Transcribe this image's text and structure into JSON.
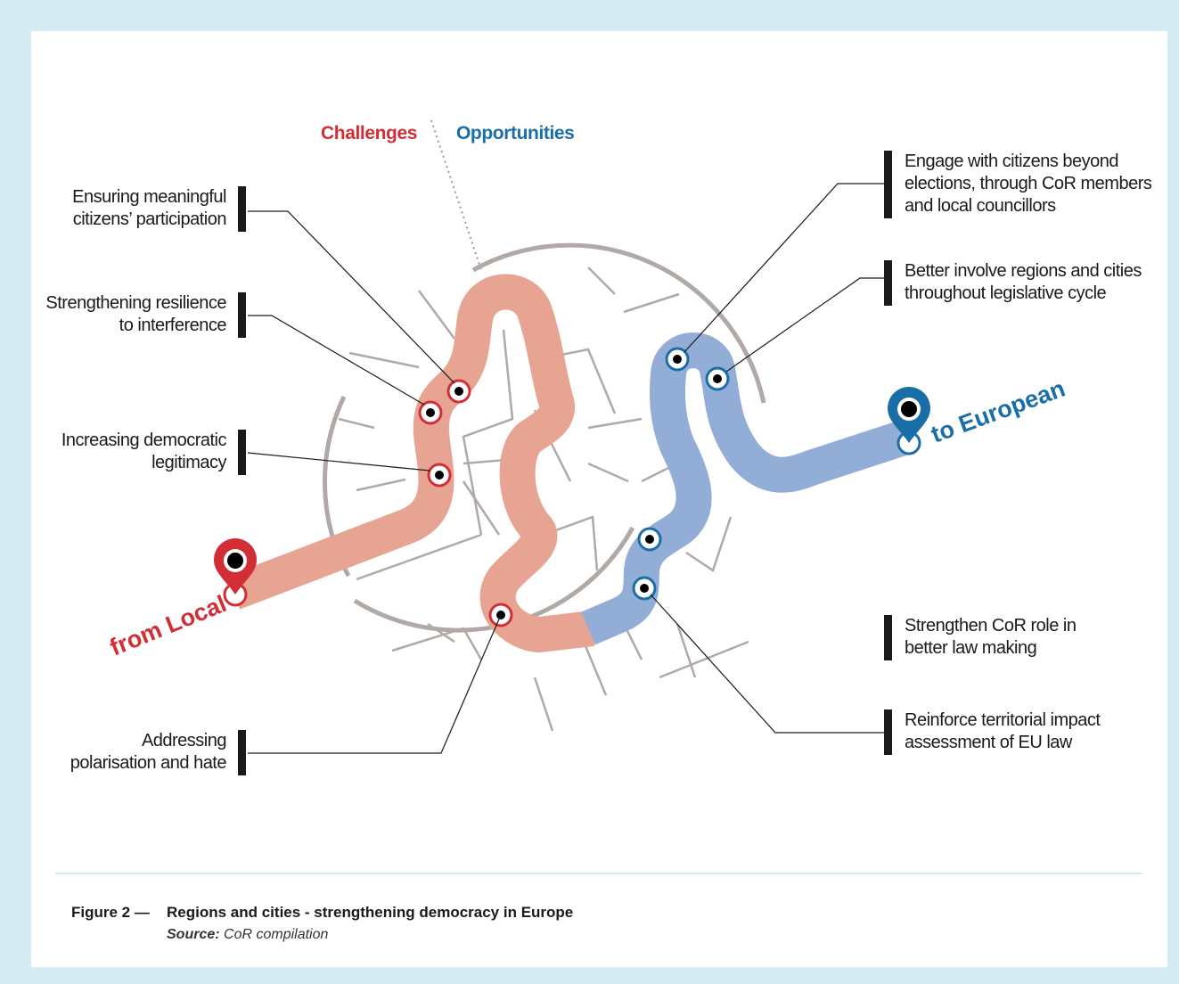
{
  "headings": {
    "challenges": "Challenges",
    "opportunities": "Opportunities"
  },
  "endpoints": {
    "start": "from Local",
    "end": "to European"
  },
  "challenges": [
    "Ensuring meaningful\ncitizens’ participation",
    "Strengthening resilience\nto interference",
    "Increasing democratic\nlegitimacy",
    "Addressing\npolarisation and hate"
  ],
  "opportunities": [
    "Engage with citizens beyond\nelections, through CoR members\nand local councillors",
    "Better involve regions and cities\nthroughout legislative cycle",
    "Strengthen CoR role in\nbetter law making",
    "Reinforce territorial impact\nassessment of EU law"
  ],
  "caption": {
    "number": "Figure 2 —",
    "title": "Regions and cities - strengthening democracy in Europe",
    "source_label": "Source:",
    "source_text": " CoR compilation"
  },
  "colors": {
    "challenge": "#d12f35",
    "opportunity": "#1a6ea8",
    "challenge_path": "#e8a493",
    "opportunity_path": "#93aed6",
    "maze": "#b0a9a6",
    "background": "#d6ecf4"
  },
  "icons": [
    "map-pin-icon",
    "map-pin-icon"
  ]
}
